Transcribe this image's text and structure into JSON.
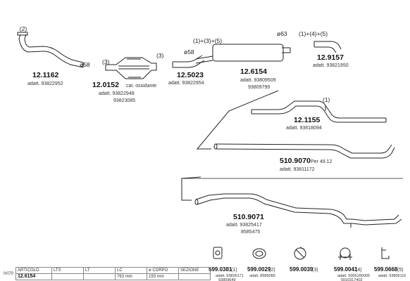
{
  "parts": [
    {
      "number": "12.1162",
      "sub": [
        "adatt. 93822952"
      ],
      "qty": "(2)",
      "size": "ø58"
    },
    {
      "number": "12.0152",
      "note": "cat. ossidante",
      "sub": [
        "adatt. 93822948",
        "93823085"
      ],
      "qty_left": "(3)",
      "qty_right": "(3)"
    },
    {
      "number": "12.5023",
      "sub": [
        "adatt. 93822954"
      ],
      "size": "ø58"
    },
    {
      "number": "12.6154",
      "sub": [
        "adatt. 93809509",
        "93809799"
      ],
      "qty": "(1)+(3)+(5)",
      "size": "ø63"
    },
    {
      "number": "12.9157",
      "sub": [
        "adatt. 93821950"
      ],
      "qty": "(1)+(4)+(5)"
    },
    {
      "number": "12.1155",
      "sub": [
        "adatt. 93818094"
      ],
      "qty": "(1)"
    },
    {
      "number": "510.9070",
      "note": "Per  49.12",
      "sub": [
        "adatt. 93811172"
      ]
    },
    {
      "number": "510.9071",
      "sub": [
        "adatt. 93825417",
        "8585475"
      ]
    }
  ],
  "fittings": [
    {
      "number": "599.0381",
      "qty": "(1)",
      "sub": [
        "adatt. 93826171",
        "93809649"
      ]
    },
    {
      "number": "599.0029",
      "qty": "(2)",
      "sub": [
        "adatt. 8586089"
      ]
    },
    {
      "number": "599.0039",
      "qty": "(3)",
      "sub": []
    },
    {
      "number": "599.0041",
      "qty": "(4)",
      "sub": [
        "adatt. 5006180005",
        "5010317402"
      ]
    },
    {
      "number": "599.0668",
      "qty": "(5)",
      "sub": [
        "adatt. 93806116"
      ]
    }
  ],
  "table": {
    "side_label": "IVI70",
    "headers": [
      "ARTICOLO",
      "LTS",
      "LT",
      "LC",
      "ø CORPO",
      "SEZIONE"
    ],
    "row": [
      "12.6154",
      "",
      "",
      "763 mm",
      "193 mm",
      ""
    ]
  },
  "colors": {
    "line": "#222222",
    "text": "#111111",
    "background": "#ffffff"
  }
}
